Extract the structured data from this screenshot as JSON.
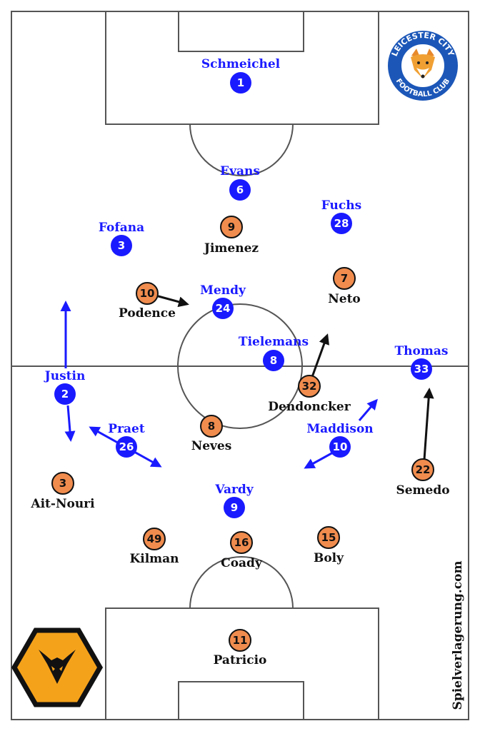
{
  "credit": "Spielverlagerung.com",
  "colors": {
    "leicester": "#1a1aff",
    "wolves": "#f08c4e",
    "pitch_line": "#555555",
    "arrow_wolves": "#111111",
    "leicester_badge": "#1c57b8",
    "wolves_badge": "#f5a21b"
  },
  "badges": {
    "leicester_text_top": "LEICESTER CITY",
    "leicester_text_bottom": "FOOTBALL CLUB"
  },
  "leicester": [
    {
      "name": "Schmeichel",
      "number": "1"
    },
    {
      "name": "Evans",
      "number": "6"
    },
    {
      "name": "Fuchs",
      "number": "28"
    },
    {
      "name": "Fofana",
      "number": "3"
    },
    {
      "name": "Mendy",
      "number": "24"
    },
    {
      "name": "Tielemans",
      "number": "8"
    },
    {
      "name": "Thomas",
      "number": "33"
    },
    {
      "name": "Justin",
      "number": "2"
    },
    {
      "name": "Praet",
      "number": "26"
    },
    {
      "name": "Maddison",
      "number": "10"
    },
    {
      "name": "Vardy",
      "number": "9"
    }
  ],
  "wolves": [
    {
      "name": "Jimenez",
      "number": "9"
    },
    {
      "name": "Podence",
      "number": "10"
    },
    {
      "name": "Neto",
      "number": "7"
    },
    {
      "name": "Dendoncker",
      "number": "32"
    },
    {
      "name": "Neves",
      "number": "8"
    },
    {
      "name": "Semedo",
      "number": "22"
    },
    {
      "name": "Ait-Nouri",
      "number": "3"
    },
    {
      "name": "Kilman",
      "number": "49"
    },
    {
      "name": "Coady",
      "number": "16"
    },
    {
      "name": "Boly",
      "number": "15"
    },
    {
      "name": "Patricio",
      "number": "11"
    }
  ]
}
